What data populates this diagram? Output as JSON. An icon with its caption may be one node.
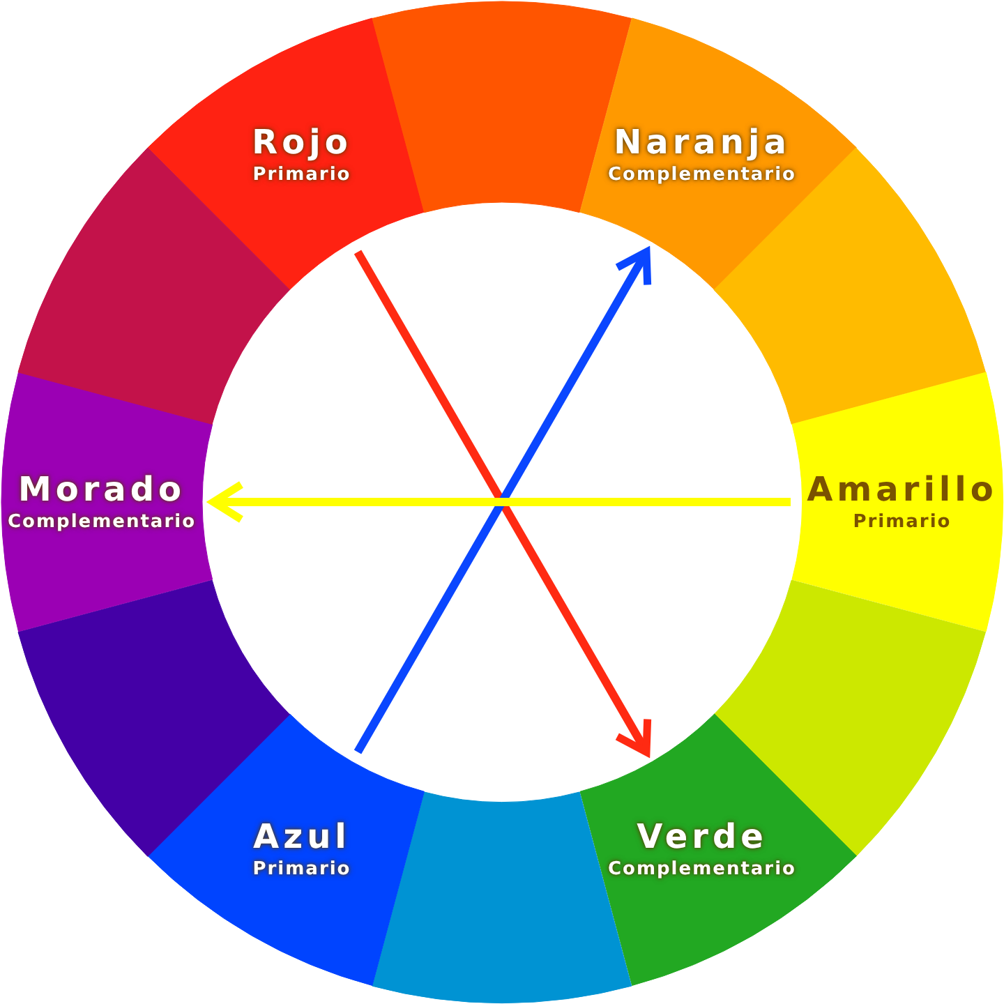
{
  "diagram": {
    "nodes": [
      {
        "text": [
          "Rojo",
          "Primario"
        ]
      },
      {
        "text": [],
        "shape": "sector"
      },
      {
        "text": [
          "Naranja",
          "Complementario"
        ]
      },
      {
        "text": [],
        "shape": "sector"
      },
      {
        "text": [
          "Amarillo",
          "Primario"
        ]
      },
      {
        "text": [],
        "shape": "sector"
      },
      {
        "text": [
          "Verde",
          "Complementario"
        ]
      },
      {
        "text": [],
        "shape": "sector"
      },
      {
        "text": [
          "Azul",
          "Primario"
        ]
      },
      {
        "text": [],
        "shape": "sector"
      },
      {
        "text": [
          "Morado",
          "Complementario"
        ]
      },
      {
        "text": [],
        "shape": "sector"
      }
    ],
    "edges": [
      {
        "from": 0,
        "to": 6,
        "arrow": "to",
        "color": "#ff2a12"
      },
      {
        "from": 8,
        "to": 2,
        "arrow": "to",
        "color": "#0a46ff"
      },
      {
        "from": 4,
        "to": 10,
        "arrow": "to",
        "color": "#ffff00"
      }
    ]
  }
}
